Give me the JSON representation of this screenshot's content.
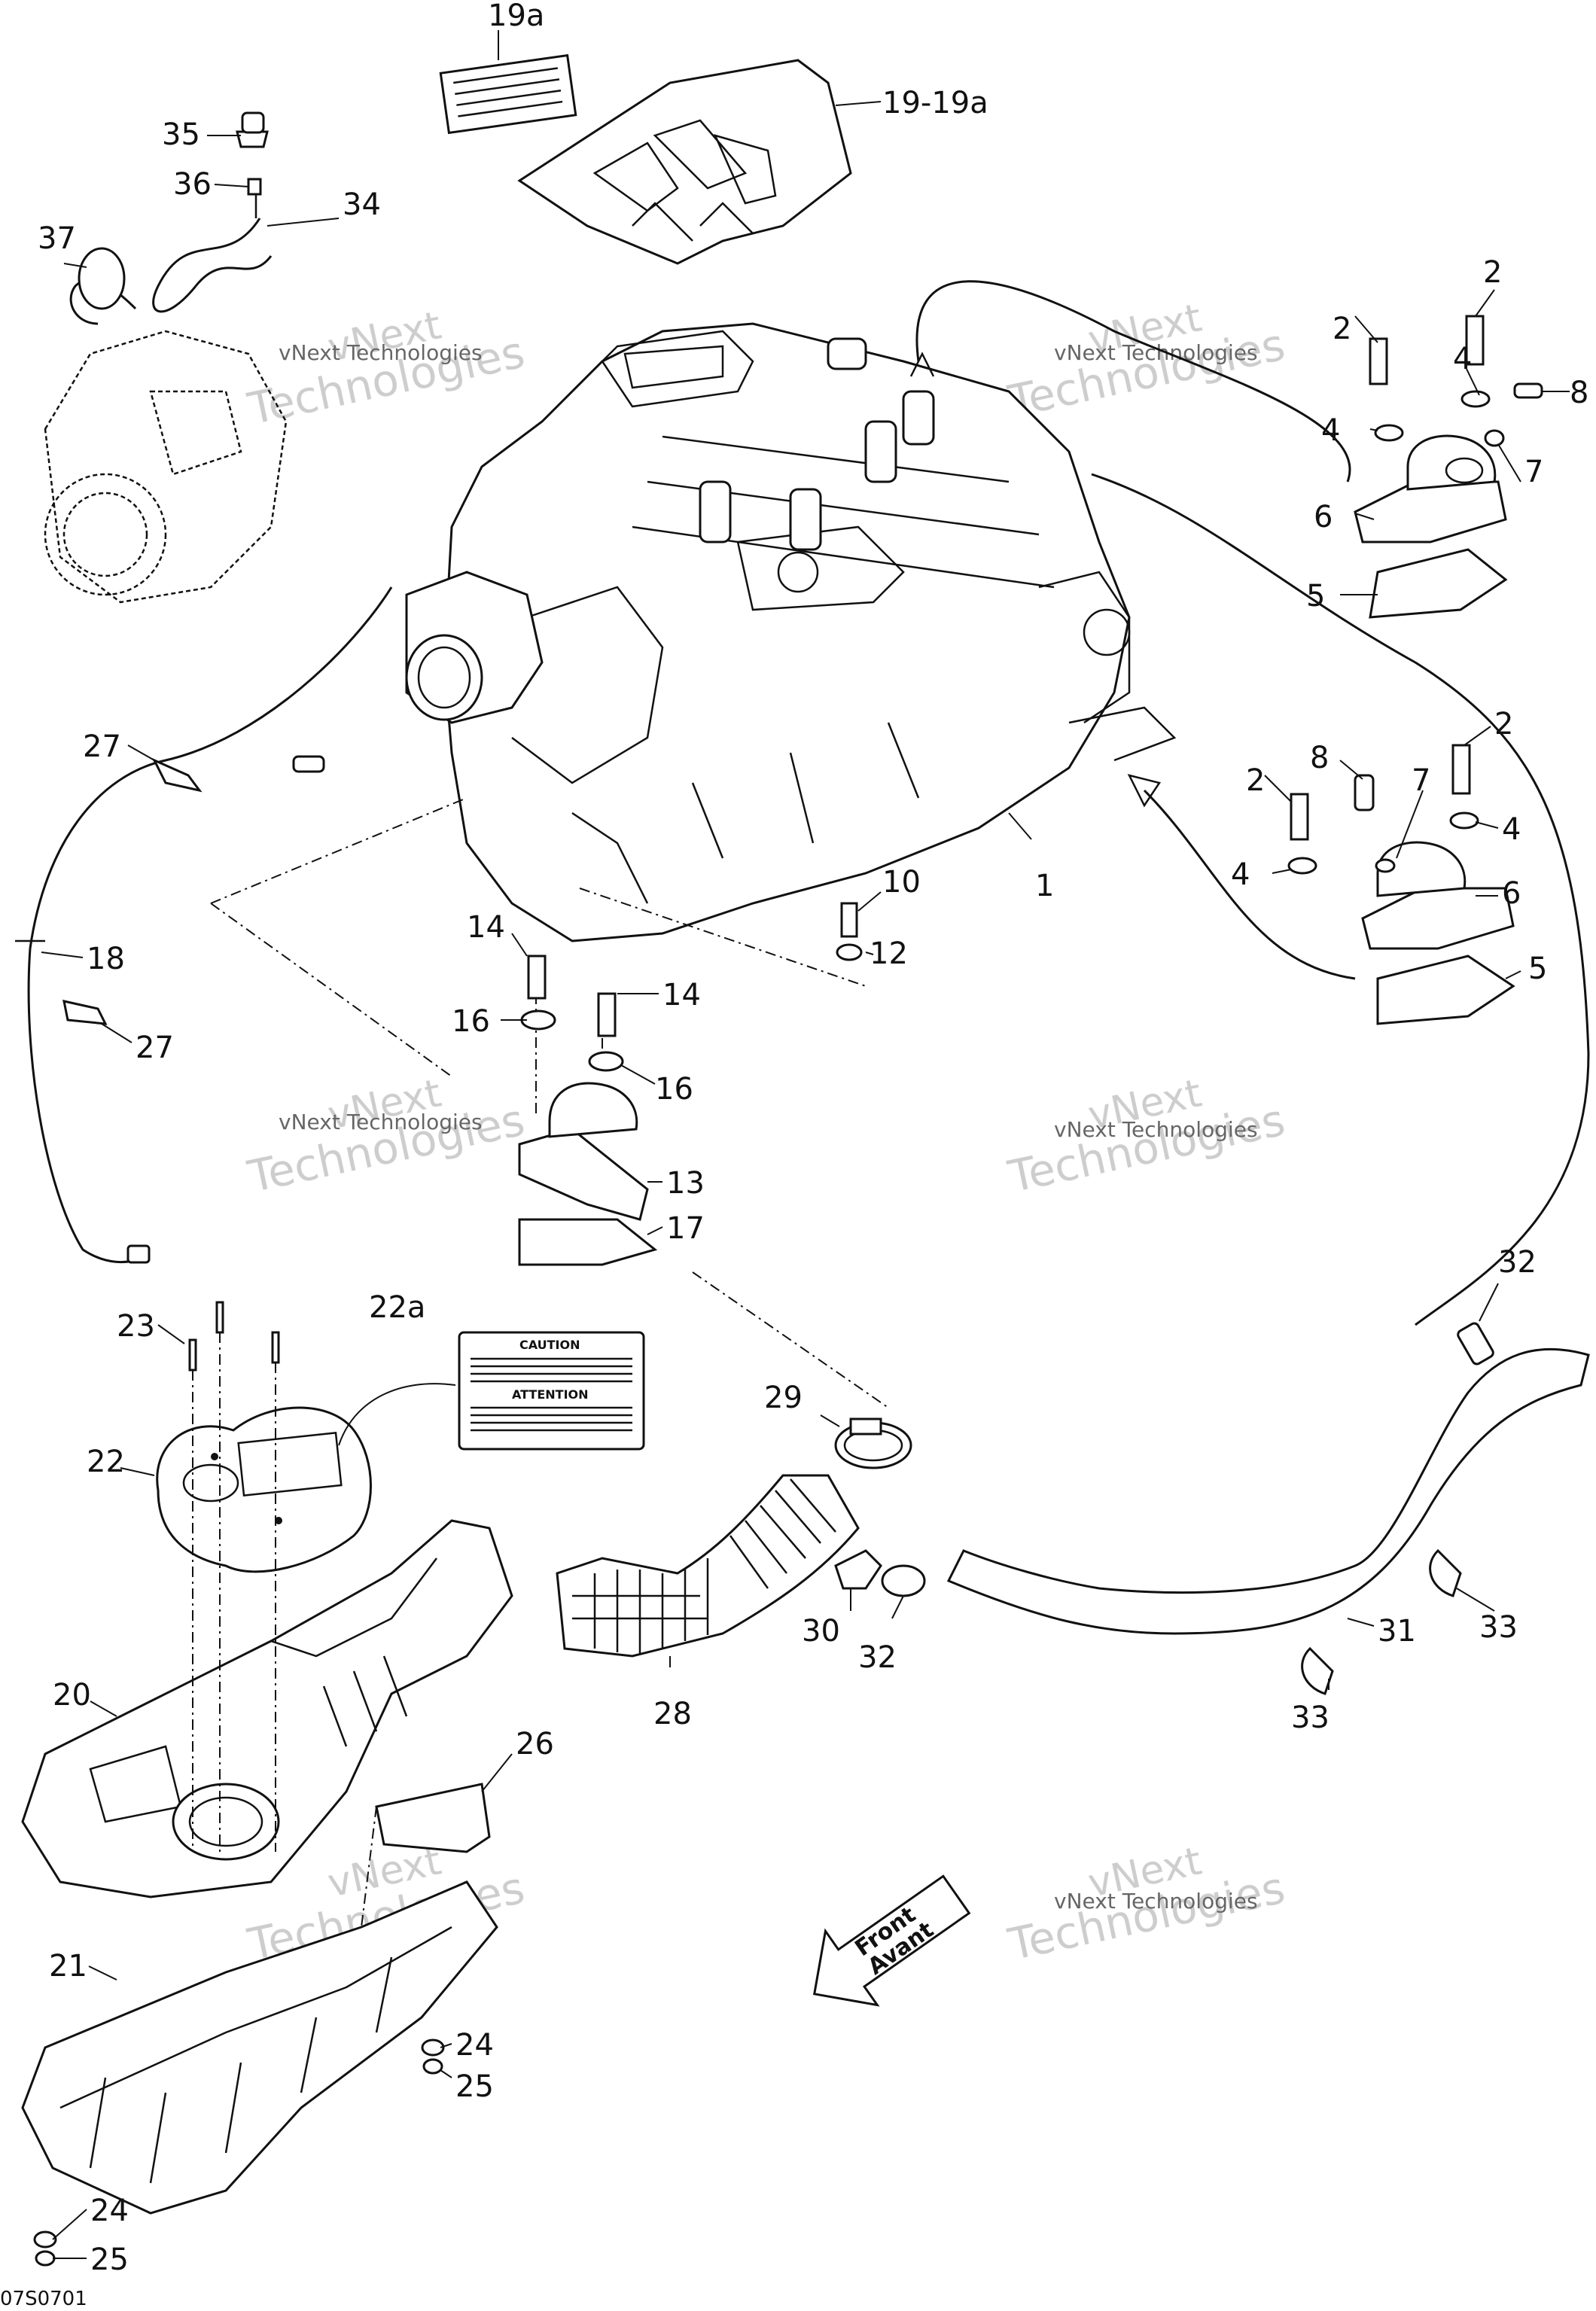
{
  "diagram": {
    "figure_ref": "07S0701",
    "watermark": {
      "line1": "vNext",
      "line2": "Technologies",
      "caption": "vNext Technologies"
    },
    "callouts": {
      "c1": "1",
      "c2a": "2",
      "c2b": "2",
      "c2c": "2",
      "c2d": "2",
      "c4a": "4",
      "c4b": "4",
      "c4c": "4",
      "c4d": "4",
      "c5a": "5",
      "c5b": "5",
      "c6a": "6",
      "c6b": "6",
      "c7a": "7",
      "c7b": "7",
      "c8a": "8",
      "c8b": "8",
      "c10": "10",
      "c12": "12",
      "c13": "13",
      "c14a": "14",
      "c14b": "14",
      "c16a": "16",
      "c16b": "16",
      "c17": "17",
      "c18": "18",
      "c19a": "19a",
      "c19": "19-19a",
      "c20": "20",
      "c21": "21",
      "c22": "22",
      "c22a": "22a",
      "c23": "23",
      "c24a": "24",
      "c24b": "24",
      "c25a": "25",
      "c25b": "25",
      "c26": "26",
      "c27a": "27",
      "c27b": "27",
      "c28": "28",
      "c29": "29",
      "c30": "30",
      "c31": "31",
      "c32a": "32",
      "c32b": "32",
      "c33a": "33",
      "c33b": "33",
      "c34": "34",
      "c35": "35",
      "c36": "36",
      "c37": "37"
    },
    "caution_label": {
      "heading_en": "CAUTION",
      "heading_fr": "ATTENTION"
    },
    "front_arrow": {
      "line1": "Front",
      "line2": "Avant"
    }
  }
}
